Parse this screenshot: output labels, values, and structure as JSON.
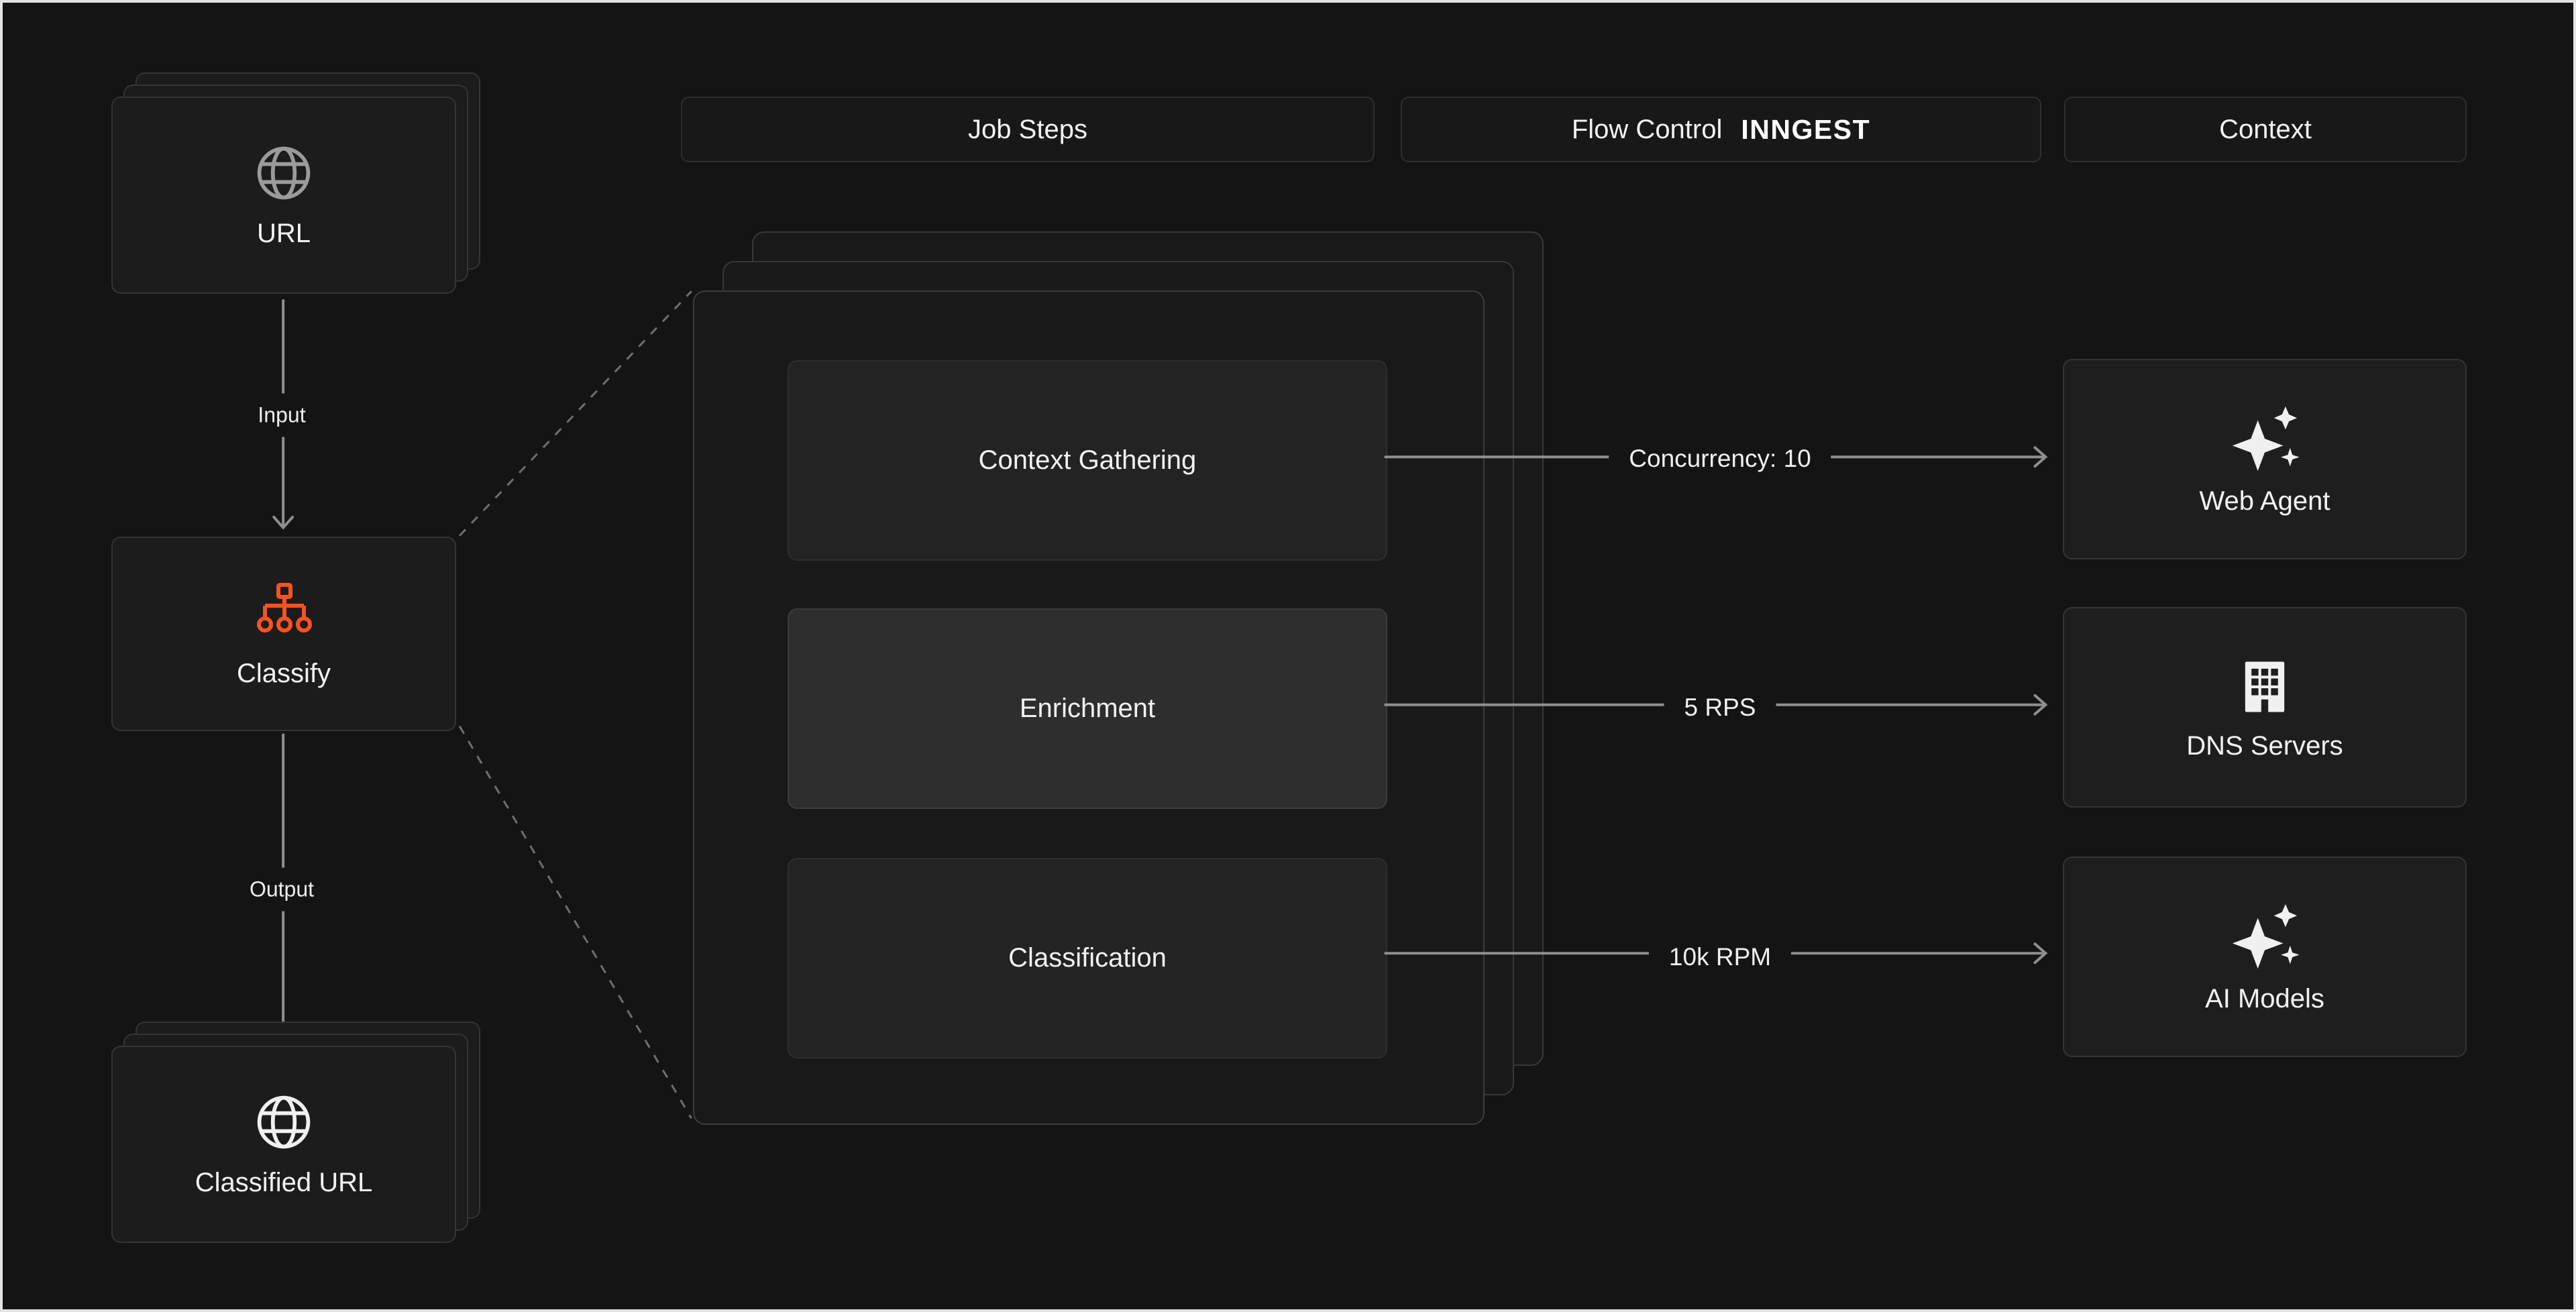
{
  "colors": {
    "background": "#141414",
    "accent_orange": "#f75220",
    "card_background": "#1c1c1c",
    "panel_background": "#191919",
    "arrow_gray": "#8f8f8f",
    "text": "#f2f2f2"
  },
  "column_headers": {
    "job_steps": "Job Steps",
    "flow_control": "Flow Control",
    "flow_control_logo": "INNGEST",
    "context": "Context"
  },
  "left_flow": {
    "url_card": "URL",
    "input_label": "Input",
    "classify_card": "Classify",
    "output_label": "Output",
    "classified_card": "Classified URL"
  },
  "steps": [
    {
      "name": "Context Gathering",
      "flow_control": "Concurrency: 10",
      "context_label": "Web Agent"
    },
    {
      "name": "Enrichment",
      "flow_control": "5 RPS",
      "context_label": "DNS Servers"
    },
    {
      "name": "Classification",
      "flow_control": "10k RPM",
      "context_label": "AI Models"
    }
  ],
  "icons": {
    "url": "globe-icon",
    "classify": "workflow-tree-icon",
    "classified_url": "globe-icon",
    "web_agent": "sparkles-icon",
    "dns_servers": "building-icon",
    "ai_models": "sparkles-icon"
  }
}
